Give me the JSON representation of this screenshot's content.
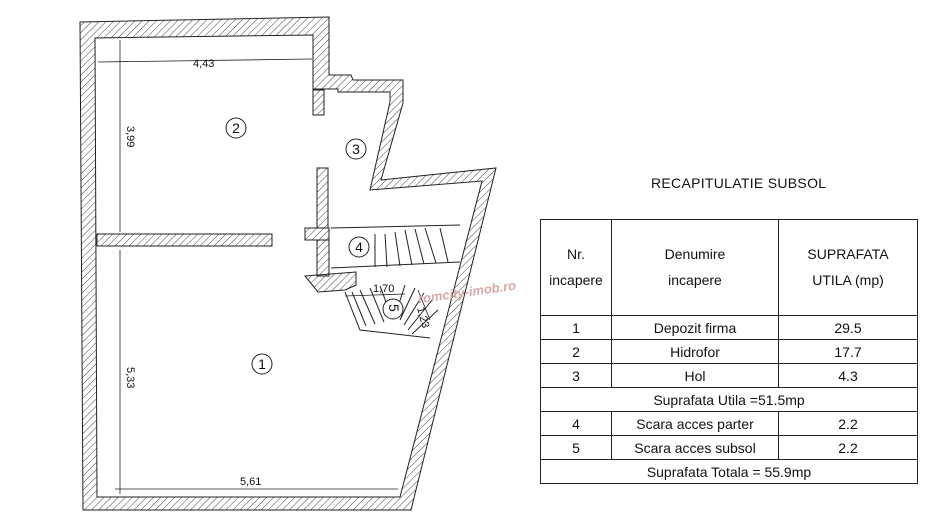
{
  "plan": {
    "dimensions": {
      "top_width": "4,43",
      "left_upper": "3,99",
      "left_lower": "5,33",
      "bottom_width": "5,61",
      "stair_width": "1,70",
      "stair_depth": "1,23"
    },
    "rooms": [
      "1",
      "2",
      "3",
      "4",
      "5"
    ],
    "watermark": "romcity-imob.ro"
  },
  "recap": {
    "title": "RECAPITULATIE SUBSOL",
    "headers": {
      "nr": [
        "Nr.",
        "incapere"
      ],
      "name": [
        "Denumire",
        "incapere"
      ],
      "area": [
        "SUPRAFATA",
        "UTILA (mp)"
      ]
    },
    "rows_top": [
      {
        "nr": "1",
        "name": "Depozit firma",
        "area": "29.5"
      },
      {
        "nr": "2",
        "name": "Hidrofor",
        "area": "17.7"
      },
      {
        "nr": "3",
        "name": "Hol",
        "area": "4.3"
      }
    ],
    "subtotal": "Suprafata Utila =51.5mp",
    "rows_bottom": [
      {
        "nr": "4",
        "name": "Scara acces parter",
        "area": "2.2"
      },
      {
        "nr": "5",
        "name": "Scara acces subsol",
        "area": "2.2"
      }
    ],
    "total": "Suprafata Totala = 55.9mp"
  }
}
